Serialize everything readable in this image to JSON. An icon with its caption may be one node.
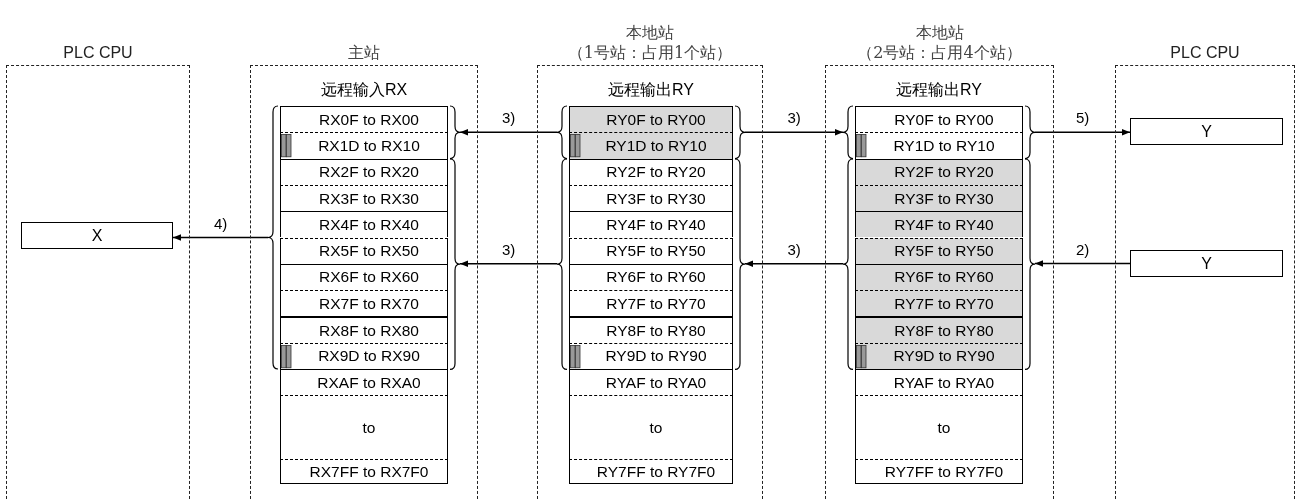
{
  "diagram": {
    "nodes": [
      {
        "text": [
          "PLC CPU"
        ]
      },
      {
        "text": [
          "X"
        ],
        "in": 0
      },
      {
        "text": [
          "主站"
        ]
      },
      {
        "text": [
          "远程输入RX",
          "RX0F to RX00",
          "RX1D to RX10",
          "RX2F to RX20",
          "RX3F to RX30",
          "RX4F to RX40",
          "RX5F to RX50",
          "RX6F to RX60",
          "RX7F to RX70",
          "RX8F to RX80",
          "RX9D to RX90",
          "RXAF to RXA0",
          "to",
          "RX7FF to RX7F0"
        ],
        "in": 2
      },
      {
        "text": [],
        "shape": "brace",
        "in": 2
      },
      {
        "text": [],
        "shape": "brace",
        "in": 2
      },
      {
        "text": [],
        "shape": "brace",
        "in": 2
      },
      {
        "text": [
          "本地站",
          "（1号站：占用1个站）"
        ]
      },
      {
        "text": [
          "远程输出RY",
          "RY0F to RY00",
          "RY1D to RY10",
          "RY2F to RY20",
          "RY3F to RY30",
          "RY4F to RY40",
          "RY5F to RY50",
          "RY6F to RY60",
          "RY7F to RY70",
          "RY8F to RY80",
          "RY9D to RY90",
          "RYAF to RYA0",
          "to",
          "RY7FF to RY7F0"
        ],
        "in": 7
      },
      {
        "text": [],
        "shape": "brace",
        "in": 7
      },
      {
        "text": [],
        "shape": "brace",
        "in": 7
      },
      {
        "text": [],
        "shape": "brace",
        "in": 7
      },
      {
        "text": [],
        "shape": "brace",
        "in": 7
      },
      {
        "text": [
          "本地站",
          "（2号站：占用4个站）"
        ]
      },
      {
        "text": [
          "远程输出RY",
          "RY0F to RY00",
          "RY1D to RY10",
          "RY2F to RY20",
          "RY3F to RY30",
          "RY4F to RY40",
          "RY5F to RY50",
          "RY6F to RY60",
          "RY7F to RY70",
          "RY8F to RY80",
          "RY9D to RY90",
          "RYAF to RYA0",
          "to",
          "RY7FF to RY7F0"
        ],
        "in": 13
      },
      {
        "text": [],
        "shape": "brace",
        "in": 13
      },
      {
        "text": [],
        "shape": "brace",
        "in": 13
      },
      {
        "text": [],
        "shape": "brace",
        "in": 13
      },
      {
        "text": [],
        "shape": "brace",
        "in": 13
      },
      {
        "text": [
          "PLC CPU"
        ]
      },
      {
        "text": [
          "Y"
        ],
        "in": 19
      },
      {
        "text": [
          "Y"
        ],
        "in": 19
      }
    ],
    "edges": [
      {
        "from": 9,
        "to": 5,
        "arrow": "to",
        "label": "3)"
      },
      {
        "from": 11,
        "to": 15,
        "arrow": "to",
        "label": "3)"
      },
      {
        "from": 17,
        "to": 20,
        "arrow": "to",
        "label": "5)"
      },
      {
        "from": 4,
        "to": 1,
        "arrow": "to",
        "label": "4)"
      },
      {
        "from": 10,
        "to": 6,
        "arrow": "to",
        "label": "3)"
      },
      {
        "from": 16,
        "to": 12,
        "arrow": "to",
        "label": "3)"
      },
      {
        "from": 21,
        "to": 18,
        "arrow": "to",
        "label": "2)"
      }
    ]
  }
}
